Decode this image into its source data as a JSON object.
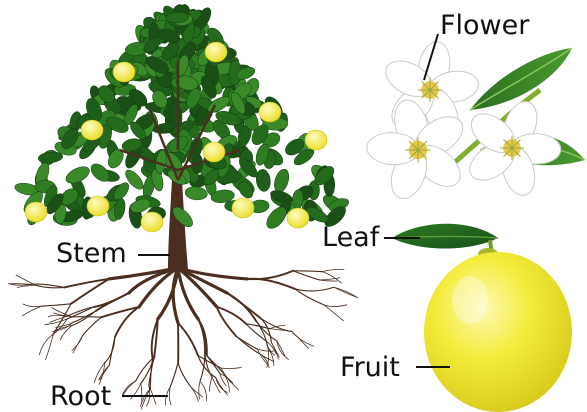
{
  "labels": {
    "flower": "Flower",
    "stem": "Stem",
    "leaf": "Leaf",
    "fruit": "Fruit",
    "root": "Root"
  },
  "colors": {
    "leaf_dark": "#1f5e1a",
    "leaf_mid": "#2e7d22",
    "leaf_light": "#6fb33a",
    "lemon": "#f2ea2e",
    "lemon_light": "#fbf6a0",
    "lemon_edge": "#c9bd12",
    "trunk": "#4a2e1f",
    "petal": "#ffffff",
    "flower_center": "#e6c84a",
    "stem_green": "#7fae2a"
  }
}
